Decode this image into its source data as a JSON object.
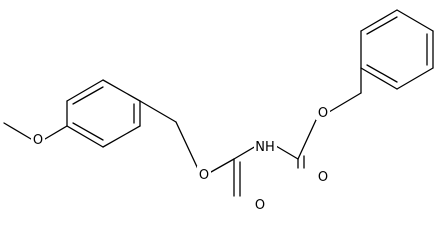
{
  "molecule": {
    "atoms": {
      "methoxy_o": "O",
      "pmb_ether_o": "O",
      "pmb_carbonyl_o": "O",
      "nh": "NH",
      "cbz_carbonyl_o": "O",
      "cbz_ether_o": "O"
    }
  }
}
